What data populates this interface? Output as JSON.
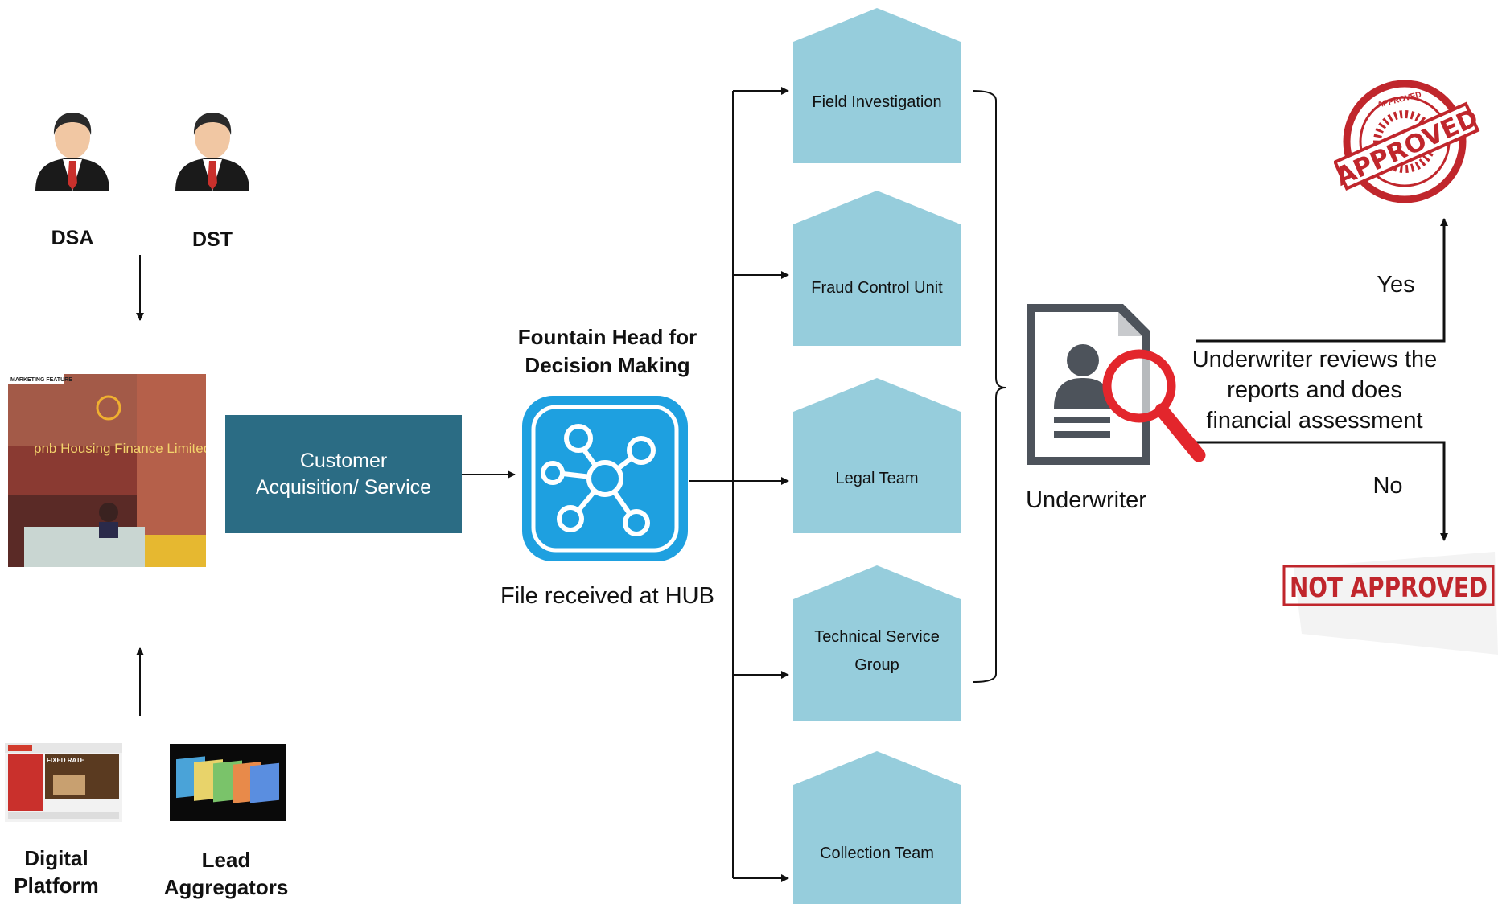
{
  "sources": {
    "dsa": "DSA",
    "dst": "DST",
    "digital_platform": "Digital Platform",
    "lead_aggregators": "Lead Aggregators",
    "branch_sign": "pnb Housing Finance Limited",
    "branch_banner": "MARKETING FEATURE",
    "web_banner": "FIXED RATE"
  },
  "customer_acquisition": "Customer Acquisition/ Service",
  "hub": {
    "title": "Fountain Head for Decision Making",
    "caption": "File received at HUB"
  },
  "checks": [
    "Field Investigation",
    "Fraud Control Unit",
    "Legal Team",
    "Technical Service Group",
    "Collection Team"
  ],
  "underwriter": {
    "label": "Underwriter",
    "review_text": "Underwriter reviews the reports and does financial assessment"
  },
  "decision": {
    "yes": "Yes",
    "no": "No",
    "approved_stamp": "APPROVED",
    "approved_ring": "APPROVED",
    "not_approved_stamp": "NOT APPROVED"
  },
  "colors": {
    "house_fill": "#96cddc",
    "box_fill": "#2b6c84",
    "hub_fill": "#1ea0e0",
    "stamp_red": "#c0262c"
  }
}
